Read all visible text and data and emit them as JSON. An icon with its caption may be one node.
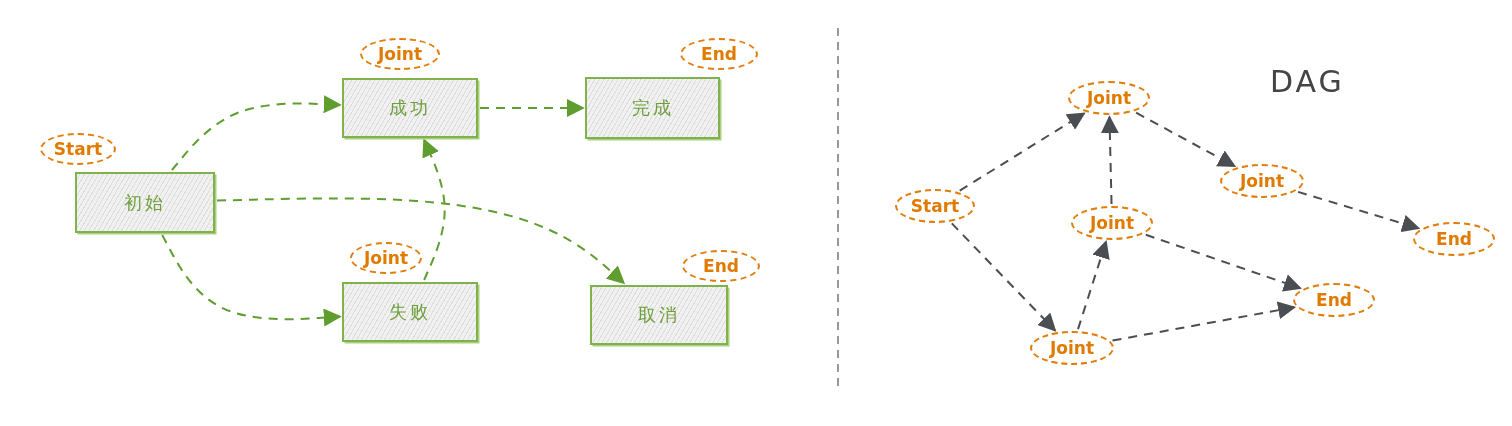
{
  "diagram": {
    "title": "DAG",
    "nodes": [
      {
        "text": [
          "初始"
        ]
      },
      {
        "text": [
          "成功"
        ]
      },
      {
        "text": [
          "完成"
        ]
      },
      {
        "text": [
          "失败"
        ]
      },
      {
        "text": [
          "取消"
        ]
      },
      {
        "text": [
          "Start"
        ]
      },
      {
        "text": [
          "Joint"
        ]
      },
      {
        "text": [
          "Joint"
        ]
      },
      {
        "text": [
          "Joint"
        ]
      },
      {
        "text": [
          "Joint"
        ]
      },
      {
        "text": [
          "End"
        ]
      },
      {
        "text": [
          "End"
        ]
      },
      {
        "text": [
          "Start"
        ]
      },
      {
        "text": [
          "Joint"
        ]
      },
      {
        "text": [
          "End"
        ]
      },
      {
        "text": [
          "Joint"
        ]
      },
      {
        "text": [
          "End"
        ]
      }
    ],
    "edges": [
      {
        "from": 0,
        "to": 1,
        "arrow": "to",
        "style": "dashed",
        "color": "#5f9e2e"
      },
      {
        "from": 1,
        "to": 2,
        "arrow": "to",
        "style": "dashed",
        "color": "#5f9e2e"
      },
      {
        "from": 0,
        "to": 3,
        "arrow": "to",
        "style": "dashed",
        "color": "#5f9e2e"
      },
      {
        "from": 3,
        "to": 1,
        "arrow": "to",
        "style": "dashed",
        "color": "#5f9e2e"
      },
      {
        "from": 0,
        "to": 4,
        "arrow": "to",
        "style": "dashed",
        "color": "#5f9e2e"
      },
      {
        "from": 5,
        "to": 6,
        "arrow": "to",
        "style": "dashed"
      },
      {
        "from": 5,
        "to": 9,
        "arrow": "to",
        "style": "dashed"
      },
      {
        "from": 9,
        "to": 8,
        "arrow": "to",
        "style": "dashed"
      },
      {
        "from": 8,
        "to": 6,
        "arrow": "to",
        "style": "dashed"
      },
      {
        "from": 6,
        "to": 7,
        "arrow": "to",
        "style": "dashed"
      },
      {
        "from": 7,
        "to": 10,
        "arrow": "to",
        "style": "dashed"
      },
      {
        "from": 8,
        "to": 11,
        "arrow": "to",
        "style": "dashed"
      },
      {
        "from": 9,
        "to": 11,
        "arrow": "to",
        "style": "dashed"
      }
    ]
  }
}
